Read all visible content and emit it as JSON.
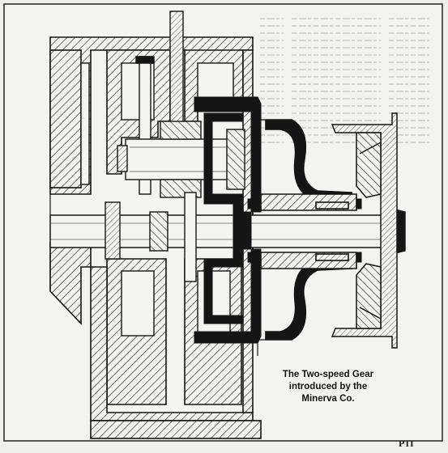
{
  "caption": {
    "line1": "The Two-speed Gear",
    "line2": "introduced by the",
    "line3": "Minerva Co."
  },
  "page_marker": "PII",
  "colors": {
    "paper": "#efefec",
    "ink": "#151515",
    "hatch": "#2b2b2b"
  }
}
